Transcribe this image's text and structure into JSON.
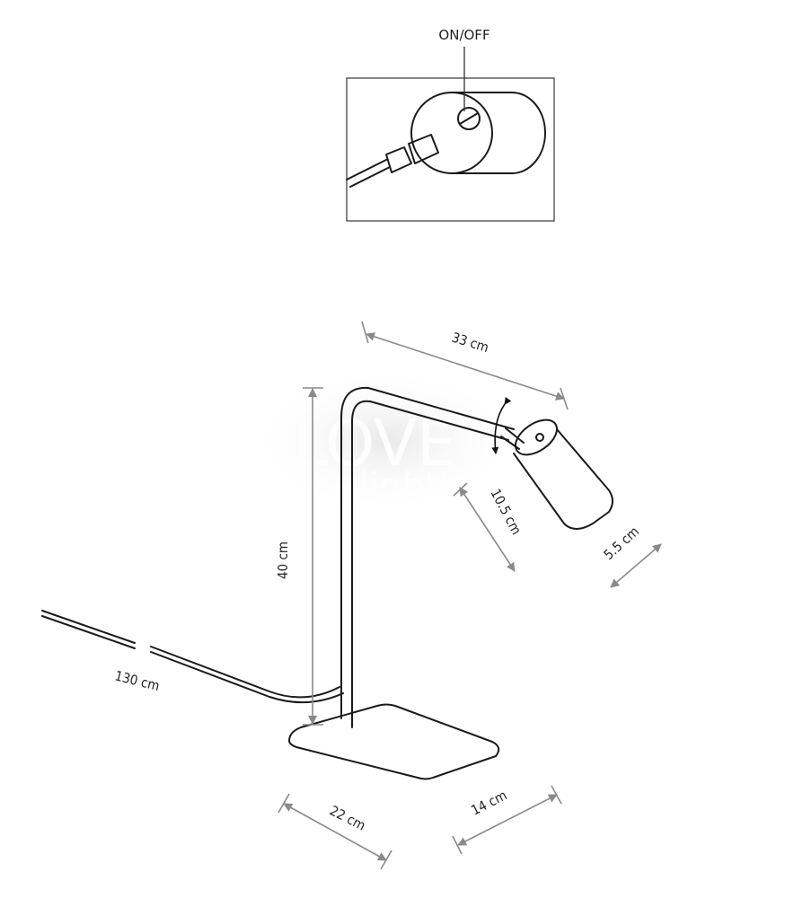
{
  "inset": {
    "switch_label": "ON/OFF"
  },
  "dimensions": {
    "arm_length": "33 cm",
    "height": "40 cm",
    "head_length": "10.5 cm",
    "head_diameter": "5.5 cm",
    "cable_length": "130 cm",
    "base_length": "22 cm",
    "base_width": "14 cm"
  },
  "watermark": {
    "line1": "ILOVE",
    "line2": "lighting"
  },
  "colors": {
    "ink": "#1a1a1a",
    "dimension": "#8a8a8a"
  }
}
